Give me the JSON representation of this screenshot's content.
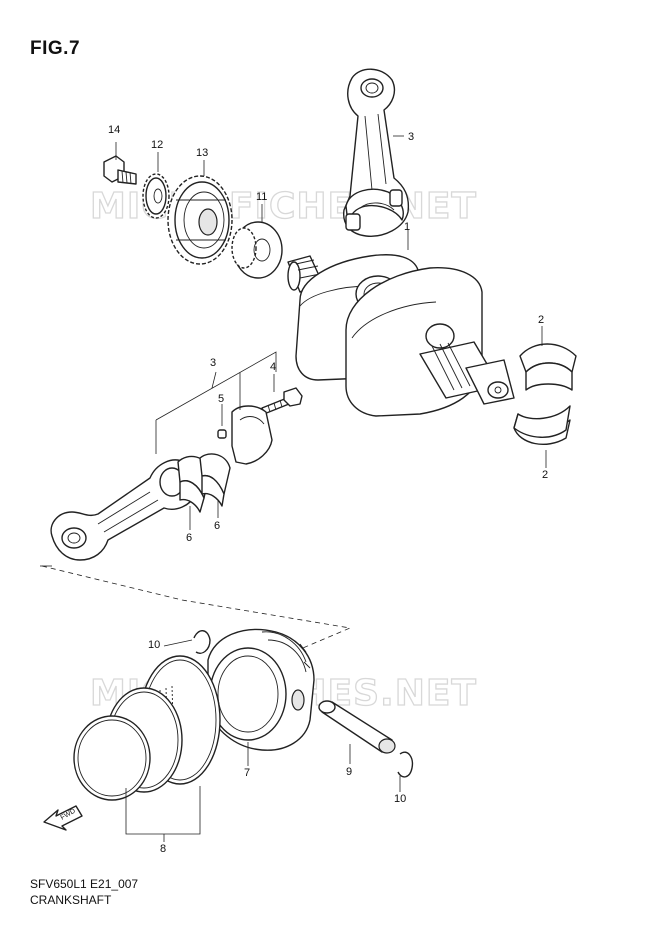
{
  "figure": {
    "title": "FIG.7"
  },
  "watermark": "MICROFICHES.NET",
  "fwd_label": "FWD",
  "callouts": {
    "c1": "1",
    "c2a": "2",
    "c2b": "2",
    "c3a": "3",
    "c3b": "3",
    "c4": "4",
    "c5": "5",
    "c6a": "6",
    "c6b": "6",
    "c7": "7",
    "c8": "8",
    "c9": "9",
    "c10a": "10",
    "c10b": "10",
    "c11": "11",
    "c12": "12",
    "c13": "13",
    "c14": "14"
  },
  "footer": {
    "model_code": "SFV650L1 E21_007",
    "section": "CRANKSHAFT"
  }
}
